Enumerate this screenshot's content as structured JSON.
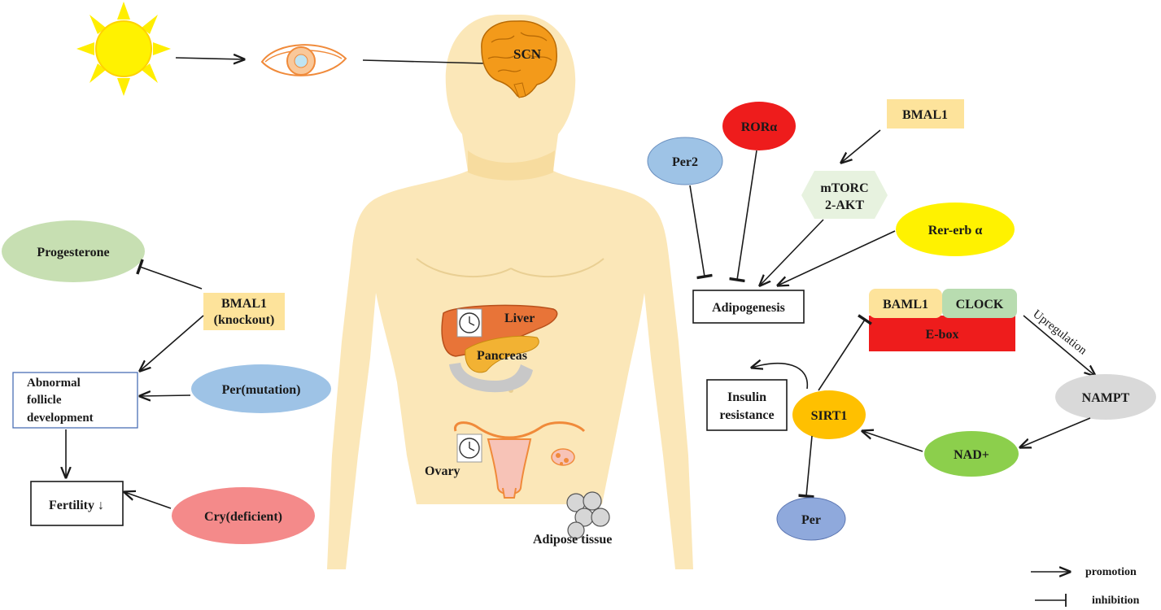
{
  "brain_label": "SCN",
  "organs": {
    "liver": "Liver",
    "pancreas": "Pancreas",
    "ovary": "Ovary",
    "adipose": "Adipose tissue"
  },
  "nodes": {
    "progesterone": "Progesterone",
    "bmal1_knockout_1": "BMAL1",
    "bmal1_knockout_2": "(knockout)",
    "follicle_1": "Abnormal",
    "follicle_2": "follicle",
    "follicle_3": "development",
    "per_mutation": "Per(mutation)",
    "fertility": "Fertility ↓",
    "cry_deficient": "Cry(deficient)",
    "per2": "Per2",
    "ror": "RORα",
    "bmal1": "BMAL1",
    "mtorc_1": "mTORC",
    "mtorc_2": "2-AKT",
    "rev_erb": "Rer-erb α",
    "adipogenesis": "Adipogenesis",
    "baml1": "BAML1",
    "clock": "CLOCK",
    "ebox": "E-box",
    "upregulation": "Upregulation",
    "nampt": "NAMPT",
    "nad": "NAD+",
    "sirt1": "SIRT1",
    "insulin_1": "Insulin",
    "insulin_2": "resistance",
    "per": "Per"
  },
  "legend": {
    "promotion": "promotion",
    "inhibition": "inhibition"
  },
  "colors": {
    "body": "#fbe7b8",
    "progesterone": "#c7dfb2",
    "bmal1_box": "#fde39b",
    "blue_ellipse": "#9ec3e6",
    "cry": "#f48a8a",
    "ror": "#ee1c1c",
    "mtorc": "#e7f2df",
    "rev_erb": "#fff200",
    "clock": "#b8dcb0",
    "ebox": "#ee1c1c",
    "nampt": "#d9d9d9",
    "nad": "#8ccf4c",
    "sirt1": "#ffc000",
    "per_ellipse": "#8fa9dc",
    "sun": "#ffee00",
    "brain": "#f39a1a",
    "liver": "#e87438",
    "pancreas": "#f2b233",
    "uterus": "#f7c3b7"
  },
  "icons": [
    "sun-icon",
    "eye-icon",
    "brain-icon",
    "clock-icon",
    "uterus-icon",
    "fat-cells-icon"
  ]
}
